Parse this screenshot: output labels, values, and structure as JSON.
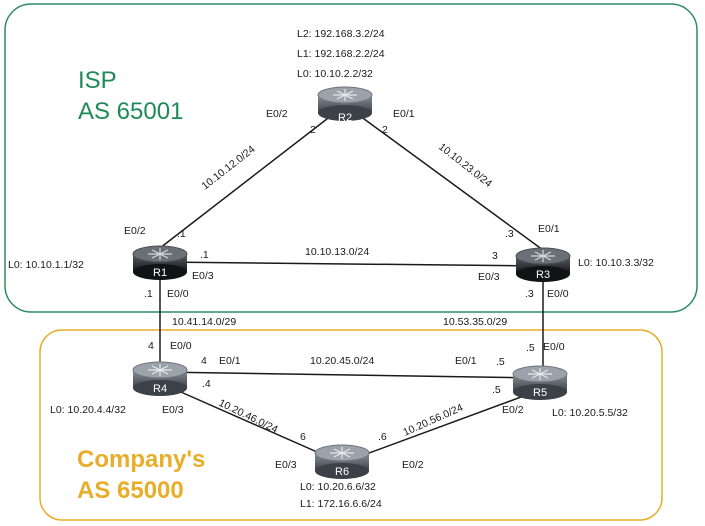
{
  "zones": {
    "isp": {
      "line1": "ISP",
      "line2": "AS 65001",
      "color": "#2e8b63"
    },
    "company": {
      "line1": "Company's",
      "line2": "AS 65000",
      "color": "#e8ae2a"
    }
  },
  "routers": {
    "r1": {
      "name": "R1",
      "loopback": "L0: 10.10.1.1/32"
    },
    "r2": {
      "name": "R2",
      "lo_l2": "L2: 192.168.3.2/24",
      "lo_l1": "L1: 192.168.2.2/24",
      "lo_l0": "L0: 10.10.2.2/32"
    },
    "r3": {
      "name": "R3",
      "loopback": "L0: 10.10.3.3/32"
    },
    "r4": {
      "name": "R4",
      "loopback": "L0: 10.20.4.4/32"
    },
    "r5": {
      "name": "R5",
      "loopback": "L0: 10.20.5.5/32"
    },
    "r6": {
      "name": "R6",
      "lo_l0": "L0: 10.20.6.6/32",
      "lo_l1": "L1: 172.16.6.6/24"
    }
  },
  "subnets": {
    "r1_r2": "10.10.12.0/24",
    "r2_r3": "10.10.23.0/24",
    "r1_r3": "10.10.13.0/24",
    "r1_r4": "10.41.14.0/29",
    "r3_r5": "10.53.35.0/29",
    "r4_r5": "10.20.45.0/24",
    "r4_r6": "10.20.46.0/24",
    "r5_r6": "10.20.56.0/24"
  },
  "interfaces": {
    "r1_e02": "E0/2",
    "r1_e03": "E0/3",
    "r1_e00": "E0/0",
    "r2_e02": "E0/2",
    "r2_e01": "E0/1",
    "r3_e01": "E0/1",
    "r3_e03": "E0/3",
    "r3_e00": "E0/0",
    "r4_e00": "E0/0",
    "r4_e01": "E0/1",
    "r4_e03": "E0/3",
    "r5_e00": "E0/0",
    "r5_e01": "E0/1",
    "r5_e02": "E0/2",
    "r6_e03": "E0/3",
    "r6_e02": "E0/2"
  },
  "host_ids": {
    "r1_to_r2": ".1",
    "r1_to_r3": ".1",
    "r1_to_r4": ".1",
    "r2_to_r1": "2",
    "r2_to_r3": "2",
    "r3_to_r2": ".3",
    "r3_to_r1": "3",
    "r3_to_r5": ".3",
    "r4_to_r1": "4",
    "r4_to_r5": "4",
    "r4_to_r6": ".4",
    "r5_to_r3": ".5",
    "r5_to_r4": ".5",
    "r5_to_r6": ".5",
    "r6_to_r4": "6",
    "r6_to_r5": ".6"
  }
}
